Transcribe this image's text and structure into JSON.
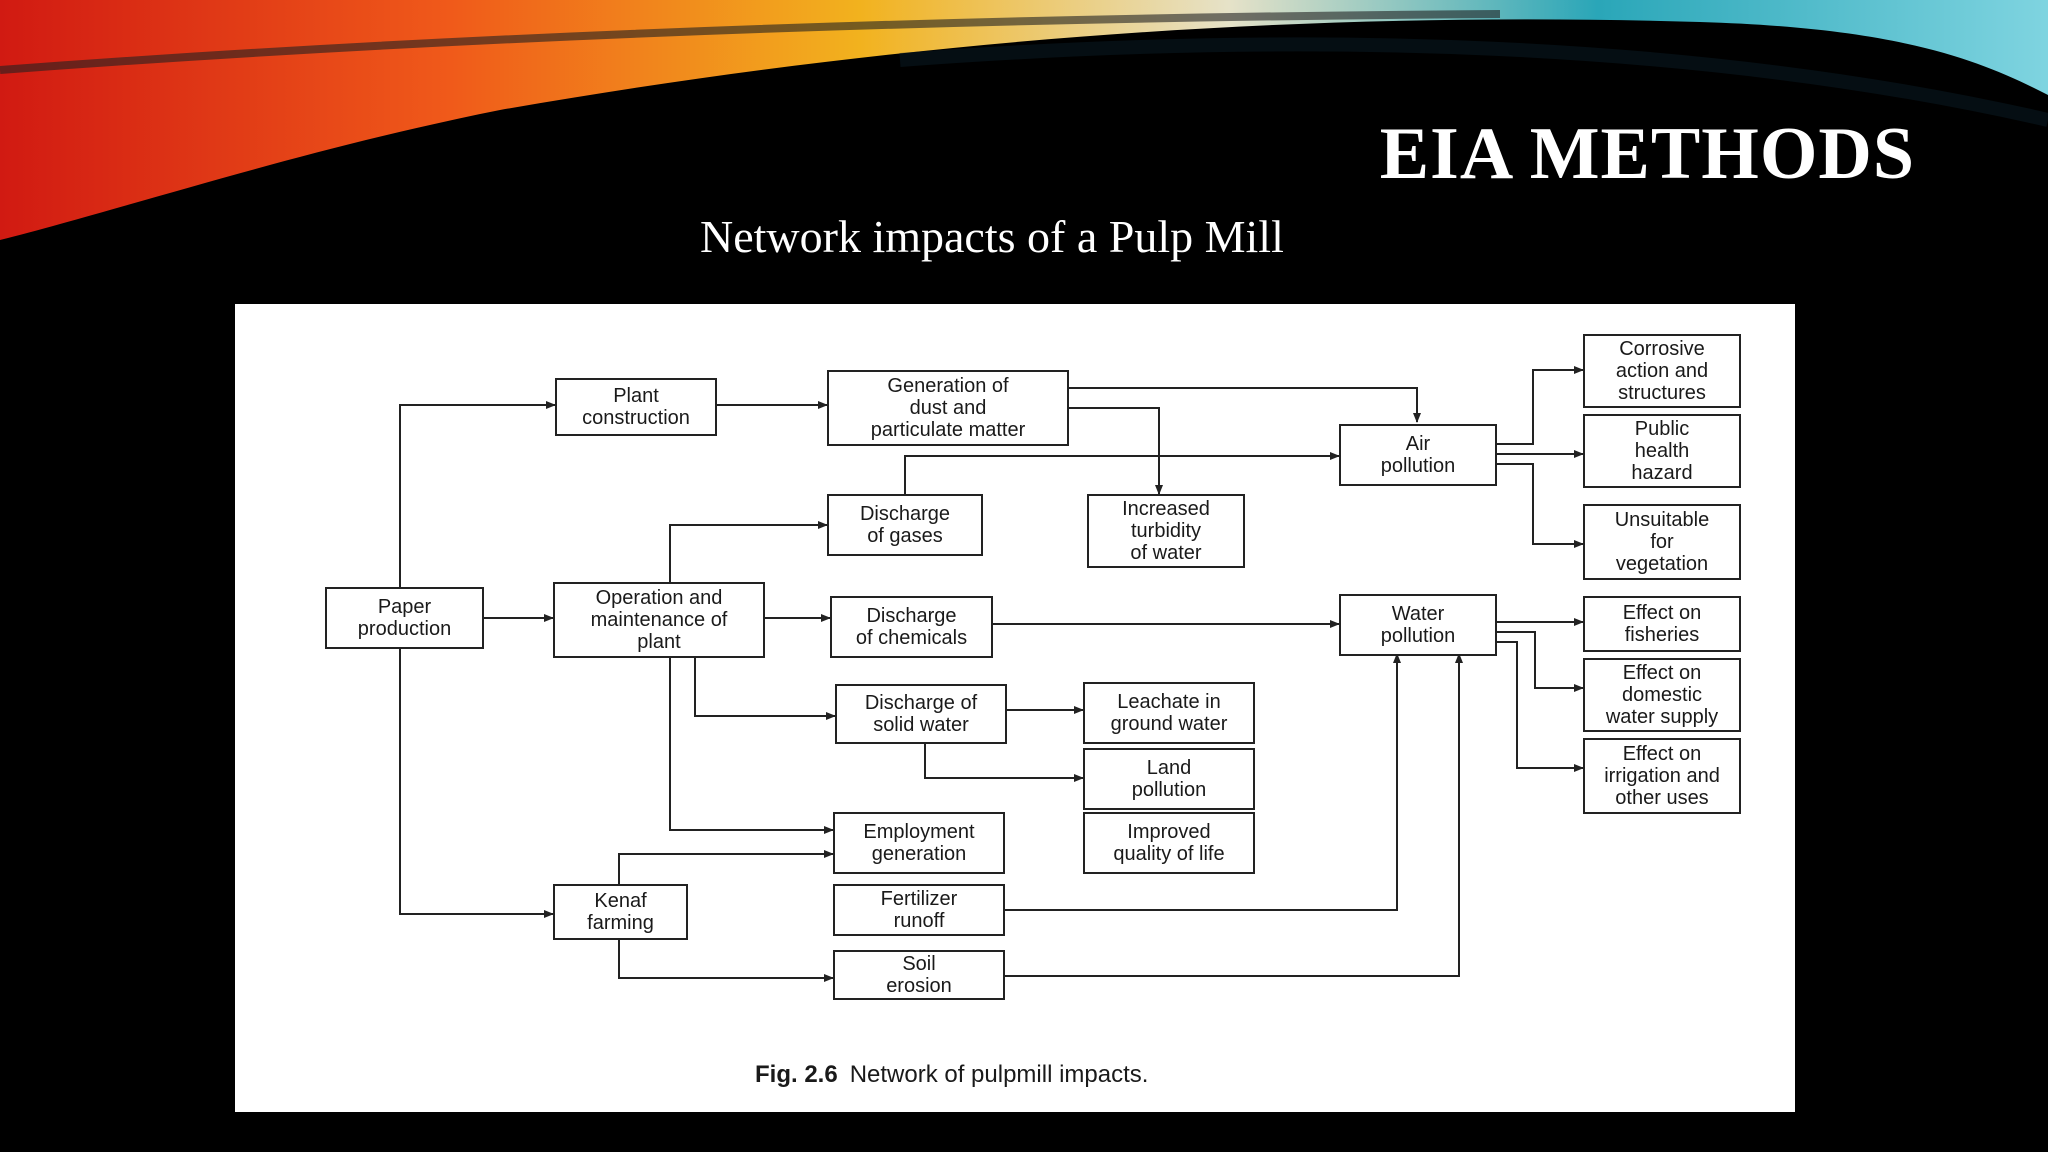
{
  "slide": {
    "title": "EIA METHODS",
    "subtitle": "Network impacts of a Pulp Mill"
  },
  "figure": {
    "caption_number": "Fig. 2.6",
    "caption_text": "Network of pulpmill impacts.",
    "nodes": {
      "paper_production": "Paper\nproduction",
      "plant_construction": "Plant\nconstruction",
      "operation_maintenance": "Operation and\nmaintenance of\nplant",
      "kenaf_farming": "Kenaf\nfarming",
      "dust_generation": "Generation of\ndust and\nparticulate matter",
      "discharge_gases": "Discharge\nof gases",
      "discharge_chemicals": "Discharge\nof chemicals",
      "discharge_solid": "Discharge of\nsolid water",
      "employment": "Employment\ngeneration",
      "fertilizer": "Fertilizer\nrunoff",
      "soil_erosion": "Soil\nerosion",
      "turbidity": "Increased\nturbidity\nof water",
      "leachate": "Leachate in\nground water",
      "land_pollution": "Land\npollution",
      "quality_life": "Improved\nquality of life",
      "air_pollution": "Air\npollution",
      "water_pollution": "Water\npollution",
      "corrosive": "Corrosive\naction and\nstructures",
      "public_health": "Public\nhealth\nhazard",
      "vegetation": "Unsuitable\nfor\nvegetation",
      "fisheries": "Effect on\nfisheries",
      "domestic_water": "Effect on\ndomestic\nwater supply",
      "irrigation": "Effect on\nirrigation and\nother uses"
    }
  }
}
